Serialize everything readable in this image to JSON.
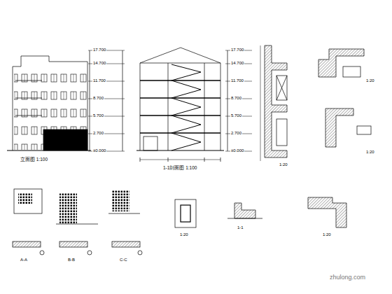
{
  "diagram": {
    "labels": [
      "17.700",
      "14.700",
      "11.700",
      "8.700",
      "5.700",
      "2.700",
      "±0.000",
      "17.700",
      "14.700",
      "11.700",
      "8.700",
      "5.700",
      "2.700",
      "±0.000",
      "立面图 1:100",
      "1-1剖面图 1:100",
      "1:20",
      "1:20",
      "1:20",
      "A-A",
      "B-B",
      "C-C",
      "1:20",
      "1-1",
      "1:20",
      "zhulong.com"
    ]
  }
}
